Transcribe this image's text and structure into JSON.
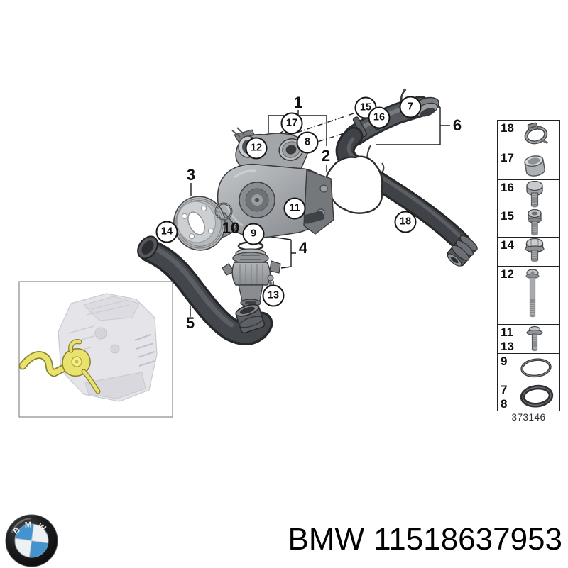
{
  "diagram": {
    "callouts": [
      {
        "label": "1",
        "shape": "plain"
      },
      {
        "label": "2",
        "shape": "plain"
      },
      {
        "label": "3",
        "shape": "plain"
      },
      {
        "label": "4",
        "shape": "plain"
      },
      {
        "label": "5",
        "shape": "plain"
      },
      {
        "label": "6",
        "shape": "plain"
      },
      {
        "label": "7",
        "shape": "circle"
      },
      {
        "label": "8",
        "shape": "circle"
      },
      {
        "label": "9",
        "shape": "circle"
      },
      {
        "label": "10",
        "shape": "plain"
      },
      {
        "label": "11",
        "shape": "circle"
      },
      {
        "label": "12",
        "shape": "circle"
      },
      {
        "label": "13",
        "shape": "circle"
      },
      {
        "label": "14",
        "shape": "circle"
      },
      {
        "label": "15",
        "shape": "circle"
      },
      {
        "label": "16",
        "shape": "circle"
      },
      {
        "label": "17",
        "shape": "circle"
      },
      {
        "label": "18",
        "shape": "circle"
      }
    ]
  },
  "legend": {
    "figure_number": "373146",
    "rows": [
      {
        "labels": [
          "18"
        ],
        "icon": "hose-clamp-icon"
      },
      {
        "labels": [
          "17"
        ],
        "icon": "sleeve-bushing-icon"
      },
      {
        "labels": [
          "16"
        ],
        "icon": "flange-bolt-icon"
      },
      {
        "labels": [
          "15"
        ],
        "icon": "socket-head-bolt-icon"
      },
      {
        "labels": [
          "14"
        ],
        "icon": "hex-bolt-icon"
      },
      {
        "labels": [
          "12"
        ],
        "icon": "long-bolt-icon"
      },
      {
        "labels": [
          "11",
          "13"
        ],
        "icon": "stud-bolt-icon"
      },
      {
        "labels": [
          "9"
        ],
        "icon": "o-ring-thin-icon"
      },
      {
        "labels": [
          "7",
          "8"
        ],
        "icon": "o-ring-icon"
      }
    ]
  },
  "footer": {
    "brand": "BMW",
    "part_number": "11518637953",
    "logo_letters": "BMW"
  }
}
